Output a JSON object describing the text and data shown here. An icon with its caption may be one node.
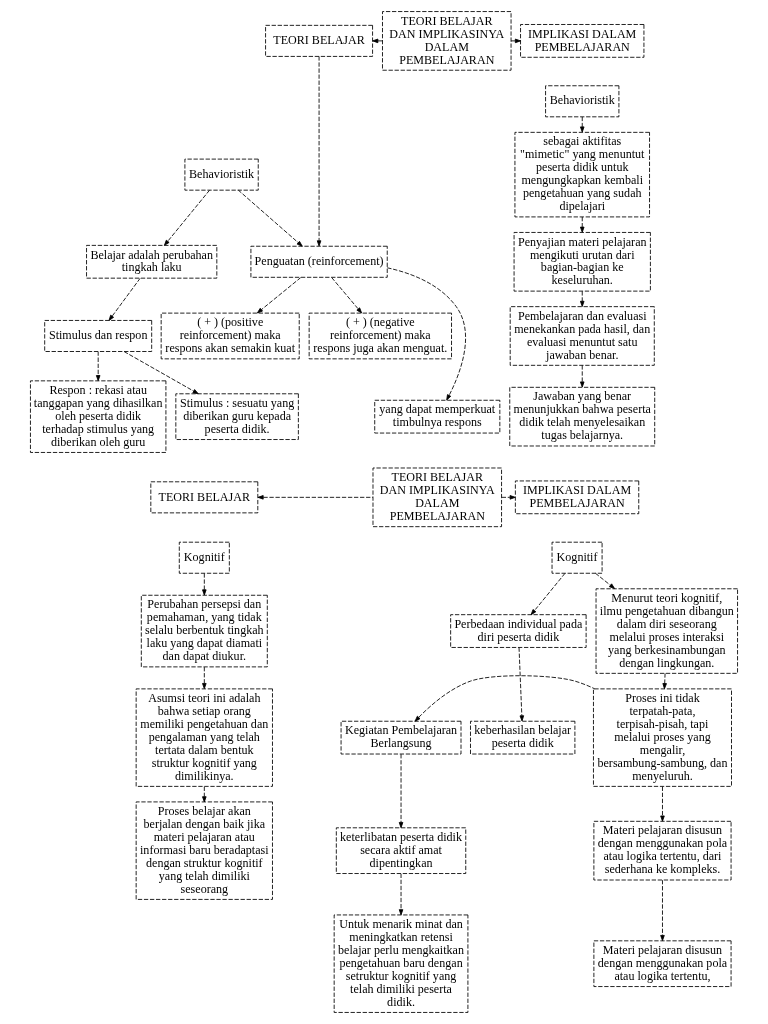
{
  "diagram": {
    "nodes": [
      {
        "text": [
          "TEORI BELAJAR DAN IMPLIKASINYA DALAM PEMBELAJARAN"
        ]
      },
      {
        "text": [
          "TEORI BELAJAR"
        ]
      },
      {
        "text": [
          "IMPLIKASI DALAM PEMBELAJARAN"
        ]
      },
      {
        "text": [
          "Behavioristik"
        ]
      },
      {
        "text": [
          "Belajar adalah perubahan tingkah laku"
        ]
      },
      {
        "text": [
          "Penguatan (reinforcement)"
        ]
      },
      {
        "text": [
          "( + ) (positive reinforcement) maka respons akan semakin kuat"
        ]
      },
      {
        "text": [
          "( + ) (negative reinforcement) maka respons juga akan menguat."
        ]
      },
      {
        "text": [
          "Stimulus dan respon"
        ]
      },
      {
        "text": [
          "Stimulus : sesuatu yang diberikan guru kepada peserta didik."
        ]
      },
      {
        "text": [
          "Respon : rekasi atau tanggapan yang dihasilkan oleh peserta didik terhadap stimulus yang diberikan oleh guru"
        ]
      },
      {
        "text": [
          "yang dapat memperkuat timbulnya respons"
        ]
      },
      {
        "text": [
          "Behavioristik"
        ]
      },
      {
        "text": [
          "sebagai aktifitas \"mimetic\" yang menuntut peserta didik untuk mengungkapkan kembali pengetahuan yang sudah dipelajari"
        ]
      },
      {
        "text": [
          "Penyajian materi pelajaran mengikuti urutan dari bagian-bagian ke keseluruhan."
        ]
      },
      {
        "text": [
          "Pembelajaran dan evaluasi menekankan pada hasil, dan evaluasi menuntut satu jawaban benar."
        ]
      },
      {
        "text": [
          "Jawaban yang benar menunjukkan bahwa peserta didik telah menyelesaikan tugas belajarnya."
        ]
      },
      {
        "text": [
          "TEORI BELAJAR"
        ]
      },
      {
        "text": [
          "TEORI BELAJAR DAN IMPLIKASINYA DALAM PEMBELAJARAN"
        ]
      },
      {
        "text": [
          "IMPLIKASI DALAM PEMBELAJARAN"
        ]
      },
      {
        "text": [
          "Kognitif"
        ]
      },
      {
        "text": [
          "Perubahan persepsi dan pemahaman, yang tidak selalu berbentuk tingkah laku yang dapat diamati dan dapat diukur."
        ]
      },
      {
        "text": [
          "Asumsi teori ini adalah bahwa setiap orang memiliki pengetahuan dan pengalaman yang telah tertata dalam bentuk struktur kognitif yang dimilikinya."
        ]
      },
      {
        "text": [
          "Proses belajar akan berjalan dengan baik jika materi pelajaran atau informasi baru beradaptasi dengan struktur kognitif yang telah dimiliki seseorang"
        ]
      },
      {
        "text": [
          "Perbedaan individual pada diri peserta didik"
        ]
      },
      {
        "text": [
          "Kognitif"
        ]
      },
      {
        "text": [
          "keberhasilan belajar peserta didik"
        ]
      },
      {
        "text": [
          "Menurut teori kognitif, ilmu pengetahuan dibangun dalam diri seseorang melalui proses interaksi yang berkesinambungan dengan lingkungan."
        ]
      },
      {
        "text": [
          "Kegiatan Pembelajaran Berlangsung"
        ]
      },
      {
        "text": [
          "Proses ini tidak terpatah-pata, terpisah-pisah, tapi melalui proses yang mengalir, bersambung-sambung, dan menyeluruh."
        ]
      },
      {
        "text": [
          "keterlibatan peserta didik secara aktif amat dipentingkan"
        ]
      },
      {
        "text": [
          "Materi pelajaran disusun dengan menggunakan pola atau logika tertentu, dari sederhana ke kompleks."
        ]
      },
      {
        "text": [
          "Untuk menarik minat dan meningkatkan retensi belajar perlu mengkaitkan pengetahuan baru dengan setruktur kognitif yang telah dimiliki peserta didik."
        ]
      },
      {
        "text": [
          "Materi pelajaran disusun dengan menggunakan pola atau logika tertentu,"
        ]
      }
    ],
    "edges": [
      {
        "from": 0,
        "to": 1,
        "arrow": "to"
      },
      {
        "from": 0,
        "to": 2,
        "arrow": "to"
      },
      {
        "from": 1,
        "to": 5,
        "arrow": "to"
      },
      {
        "from": 3,
        "to": 5,
        "arrow": "to"
      },
      {
        "from": 3,
        "to": 4,
        "arrow": "to"
      },
      {
        "from": 4,
        "to": 8,
        "arrow": "to"
      },
      {
        "from": 8,
        "to": 9,
        "arrow": "to"
      },
      {
        "from": 8,
        "to": 10,
        "arrow": "to"
      },
      {
        "from": 5,
        "to": 6,
        "arrow": "to"
      },
      {
        "from": 5,
        "to": 7,
        "arrow": "to"
      },
      {
        "from": 5,
        "to": 11,
        "arrow": "to"
      },
      {
        "from": 12,
        "to": 13,
        "arrow": "to"
      },
      {
        "from": 13,
        "to": 14,
        "arrow": "to"
      },
      {
        "from": 14,
        "to": 15,
        "arrow": "to"
      },
      {
        "from": 15,
        "to": 16,
        "arrow": "to"
      },
      {
        "from": 18,
        "to": 17,
        "arrow": "to"
      },
      {
        "from": 18,
        "to": 19,
        "arrow": "to"
      },
      {
        "from": 20,
        "to": 21,
        "arrow": "to"
      },
      {
        "from": 21,
        "to": 22,
        "arrow": "to"
      },
      {
        "from": 22,
        "to": 23,
        "arrow": "to"
      },
      {
        "from": 25,
        "to": 24,
        "arrow": "to"
      },
      {
        "from": 24,
        "to": 26,
        "arrow": "to"
      },
      {
        "from": 25,
        "to": 27,
        "arrow": "to"
      },
      {
        "from": 27,
        "to": 29,
        "arrow": "to"
      },
      {
        "from": 29,
        "to": 28,
        "arrow": "to"
      },
      {
        "from": 28,
        "to": 30,
        "arrow": "to"
      },
      {
        "from": 30,
        "to": 32,
        "arrow": "to"
      },
      {
        "from": 29,
        "to": 31,
        "arrow": "to"
      },
      {
        "from": 31,
        "to": 33,
        "arrow": "to"
      }
    ]
  }
}
